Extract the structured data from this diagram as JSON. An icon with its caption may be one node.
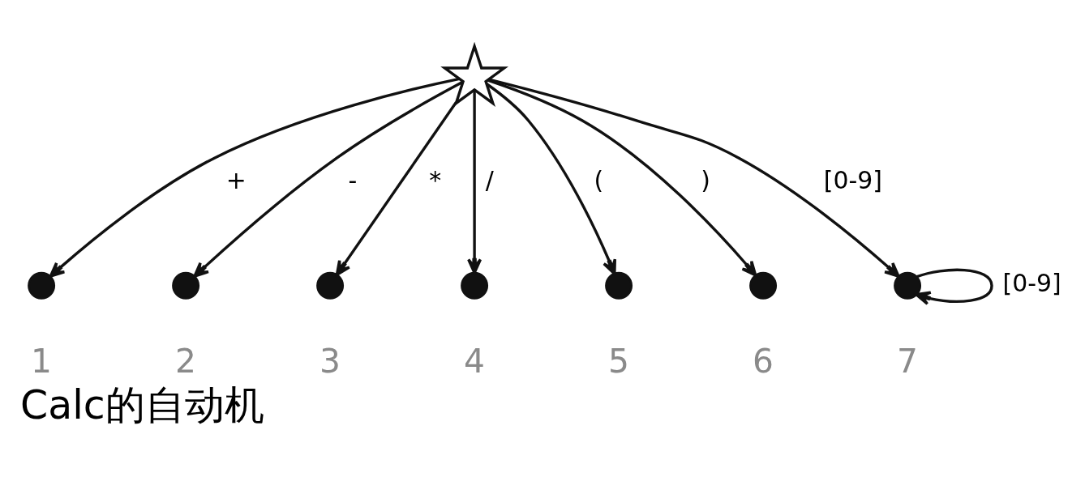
{
  "diagram": {
    "caption": "Calc的自动机",
    "nodes": [
      {
        "text": [],
        "shape": "star"
      },
      {
        "text": [],
        "shape": "circle",
        "beside": [
          "1"
        ]
      },
      {
        "text": [],
        "shape": "circle",
        "beside": [
          "2"
        ]
      },
      {
        "text": [],
        "shape": "circle",
        "beside": [
          "3"
        ]
      },
      {
        "text": [],
        "shape": "circle",
        "beside": [
          "4"
        ]
      },
      {
        "text": [],
        "shape": "circle",
        "beside": [
          "5"
        ]
      },
      {
        "text": [],
        "shape": "circle",
        "beside": [
          "6"
        ]
      },
      {
        "text": [],
        "shape": "circle",
        "beside": [
          "7"
        ]
      }
    ],
    "edges": [
      {
        "from": 0,
        "to": 1,
        "arrow": "to",
        "label": "+"
      },
      {
        "from": 0,
        "to": 2,
        "arrow": "to",
        "label": "-"
      },
      {
        "from": 0,
        "to": 3,
        "arrow": "to",
        "label": "*"
      },
      {
        "from": 0,
        "to": 4,
        "arrow": "to",
        "label": "/"
      },
      {
        "from": 0,
        "to": 5,
        "arrow": "to",
        "label": "("
      },
      {
        "from": 0,
        "to": 6,
        "arrow": "to",
        "label": ")"
      },
      {
        "from": 0,
        "to": 7,
        "arrow": "to",
        "label": "[0-9]"
      },
      {
        "from": 7,
        "to": 7,
        "arrow": "to",
        "label": "[0-9]"
      }
    ]
  }
}
